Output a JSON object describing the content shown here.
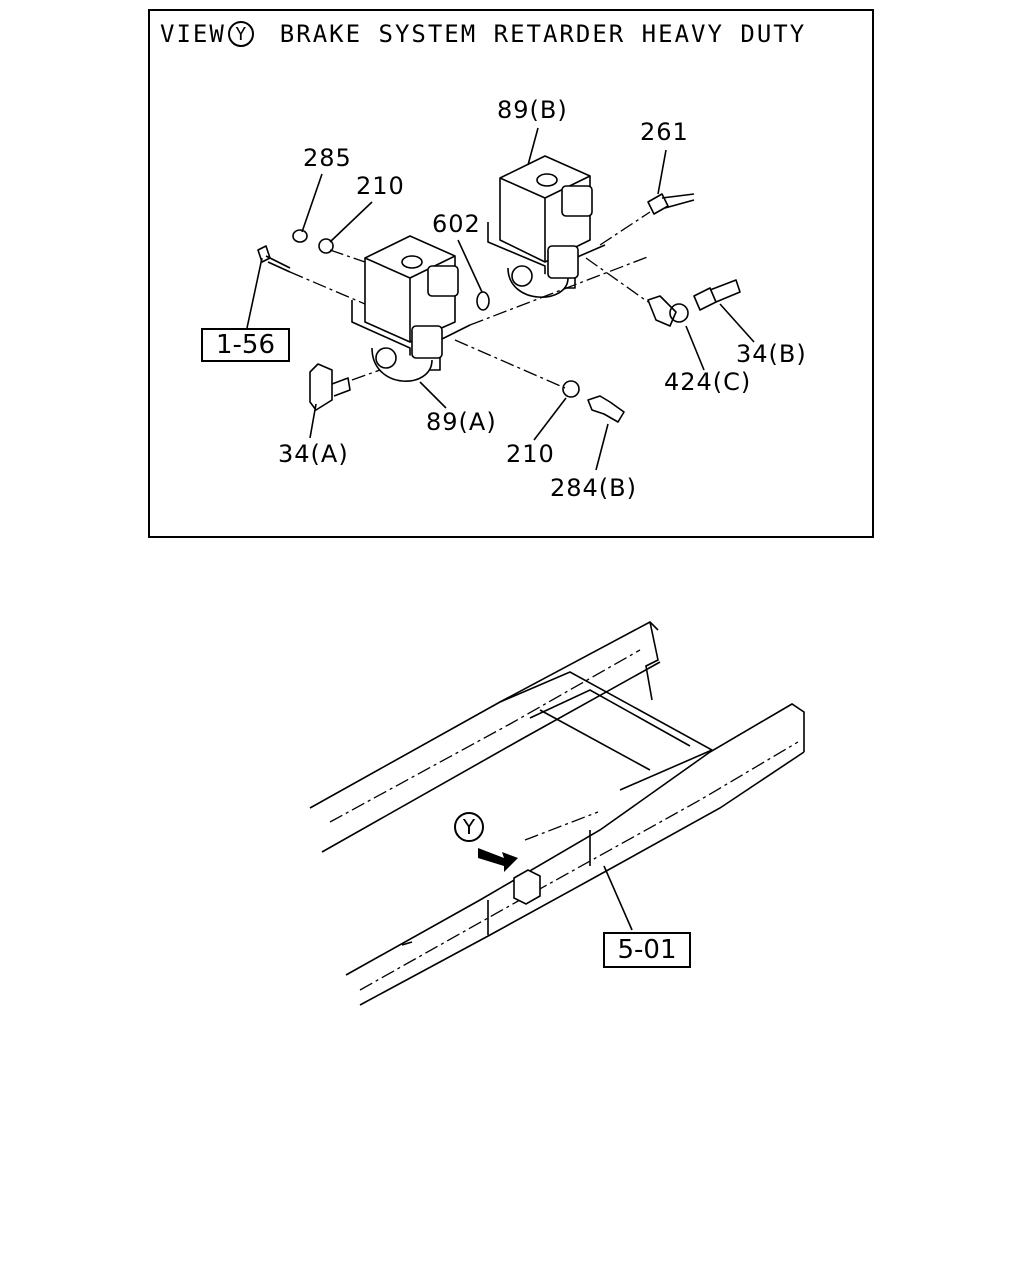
{
  "title": {
    "prefix": "VIEW",
    "view_letter": "Y",
    "text": "BRAKE SYSTEM RETARDER HEAVY DUTY"
  },
  "callouts": {
    "p89b": "89(B)",
    "p261": "261",
    "p285": "285",
    "p210_top": "210",
    "p602": "602",
    "p89a": "89(A)",
    "p34a": "34(A)",
    "p34b": "34(B)",
    "p424c": "424(C)",
    "p210_bottom": "210",
    "p284b": "284(B)"
  },
  "references": {
    "ref_156": "1-56",
    "ref_501": "5-01"
  },
  "frame_view_marker": "Y"
}
